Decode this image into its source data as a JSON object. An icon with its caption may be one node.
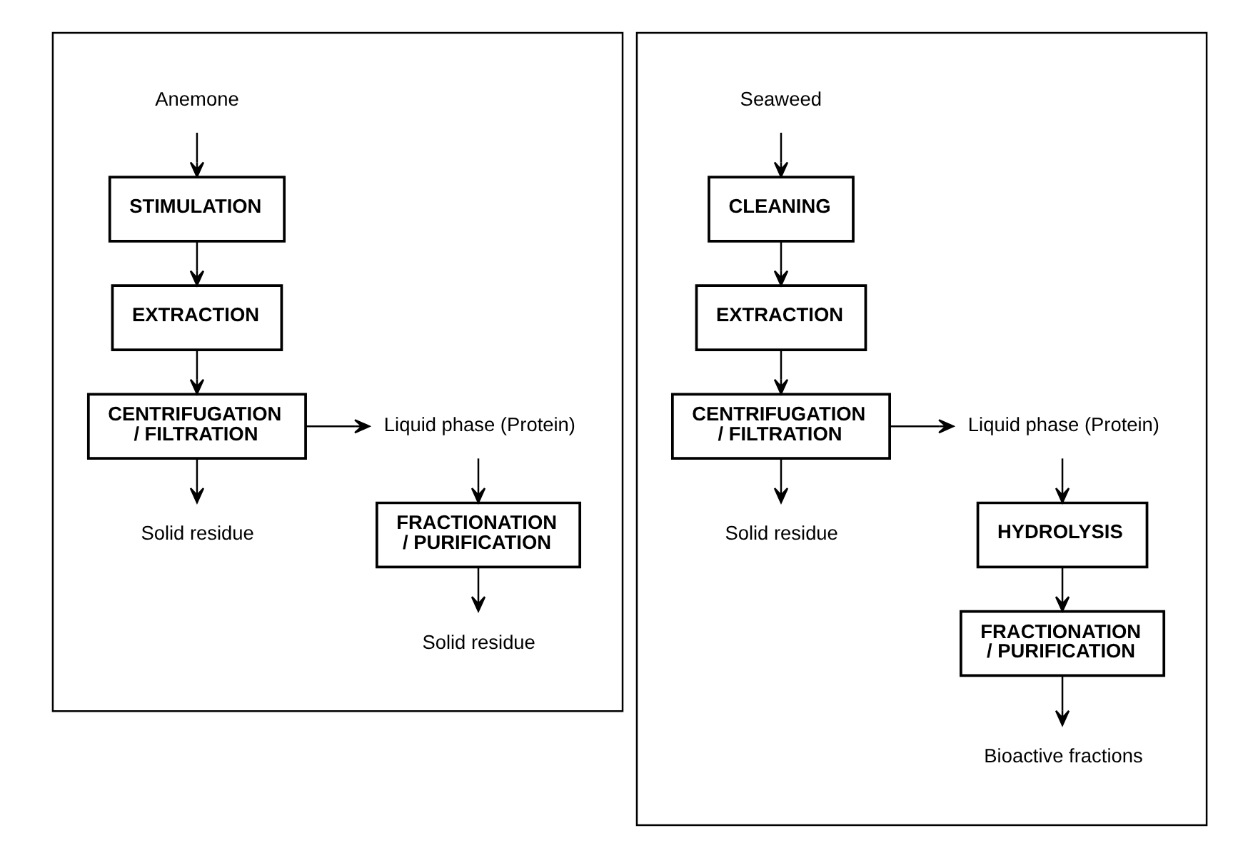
{
  "diagram": {
    "nodes": [
      {
        "text": [],
        "shape": "box"
      },
      {
        "text": [
          "Anemone"
        ],
        "in": 0
      },
      {
        "text": [
          "STIMULATION"
        ],
        "in": 0
      },
      {
        "text": [
          "EXTRACTION"
        ],
        "in": 0
      },
      {
        "text": [
          "CENTRIFUGATION / FILTRATION"
        ],
        "in": 0
      },
      {
        "text": [
          "Liquid phase (Protein)"
        ],
        "in": 0
      },
      {
        "text": [
          "Solid residue"
        ],
        "in": 0
      },
      {
        "text": [
          "FRACTIONATION / PURIFICATION"
        ],
        "in": 0
      },
      {
        "text": [
          "Solid residue"
        ],
        "in": 0
      },
      {
        "text": [],
        "shape": "box"
      },
      {
        "text": [
          "Seaweed"
        ],
        "in": 9
      },
      {
        "text": [
          "CLEANING"
        ],
        "in": 9
      },
      {
        "text": [
          "EXTRACTION"
        ],
        "in": 9
      },
      {
        "text": [
          "CENTRIFUGATION / FILTRATION"
        ],
        "in": 9
      },
      {
        "text": [
          "Liquid phase (Protein)"
        ],
        "in": 9
      },
      {
        "text": [
          "Solid residue"
        ],
        "in": 9
      },
      {
        "text": [
          "HYDROLYSIS"
        ],
        "in": 9
      },
      {
        "text": [
          "FRACTIONATION / PURIFICATION"
        ],
        "in": 9
      },
      {
        "text": [
          "Bioactive fractions"
        ],
        "in": 9
      }
    ],
    "edges": [
      {
        "from": 1,
        "to": 2,
        "arrow": "to"
      },
      {
        "from": 2,
        "to": 3,
        "arrow": "to"
      },
      {
        "from": 3,
        "to": 4,
        "arrow": "to"
      },
      {
        "from": 4,
        "to": 5,
        "arrow": "to"
      },
      {
        "from": 4,
        "to": 6,
        "arrow": "to"
      },
      {
        "from": 5,
        "to": 7,
        "arrow": "to"
      },
      {
        "from": 7,
        "to": 8,
        "arrow": "to"
      },
      {
        "from": 10,
        "to": 11,
        "arrow": "to"
      },
      {
        "from": 11,
        "to": 12,
        "arrow": "to"
      },
      {
        "from": 12,
        "to": 13,
        "arrow": "to"
      },
      {
        "from": 13,
        "to": 14,
        "arrow": "to"
      },
      {
        "from": 13,
        "to": 15,
        "arrow": "to"
      },
      {
        "from": 14,
        "to": 16,
        "arrow": "to"
      },
      {
        "from": 16,
        "to": 17,
        "arrow": "to"
      },
      {
        "from": 17,
        "to": 18,
        "arrow": "to"
      }
    ]
  }
}
